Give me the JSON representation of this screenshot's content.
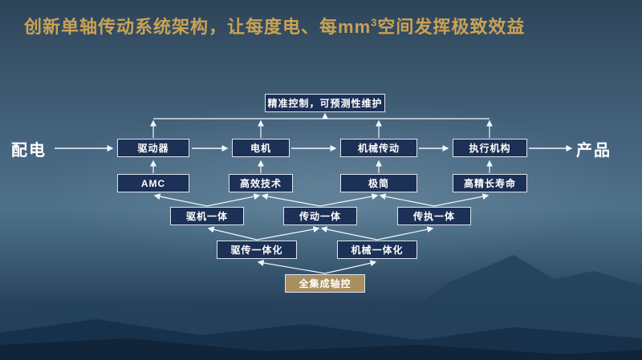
{
  "title": {
    "text_before_sup": "创新单轴传动系统架构，让每度电、每mm",
    "sup": "3",
    "text_after_sup": "空间发挥极致效益",
    "color": "#c9a355"
  },
  "diagram": {
    "top_box": "精准控制，可预测性维护",
    "source_label": "配电",
    "sink_label": "产品",
    "main_row": [
      "驱动器",
      "电机",
      "机械传动",
      "执行机构"
    ],
    "feature_row": [
      "AMC",
      "高效技术",
      "极简",
      "高精长寿命"
    ],
    "integration_row": [
      "驱机一体",
      "传动一体",
      "传执一体"
    ],
    "combined_row": [
      "驱传一体化",
      "机械一体化"
    ],
    "bottom_box": "全集成轴控"
  },
  "colors": {
    "accent_gold": "#c9a355",
    "node_fill": "#1d3055",
    "node_border": "#dde6ee",
    "gold_node_fill": "#a98e5f",
    "arrow": "#f2f6fa"
  }
}
